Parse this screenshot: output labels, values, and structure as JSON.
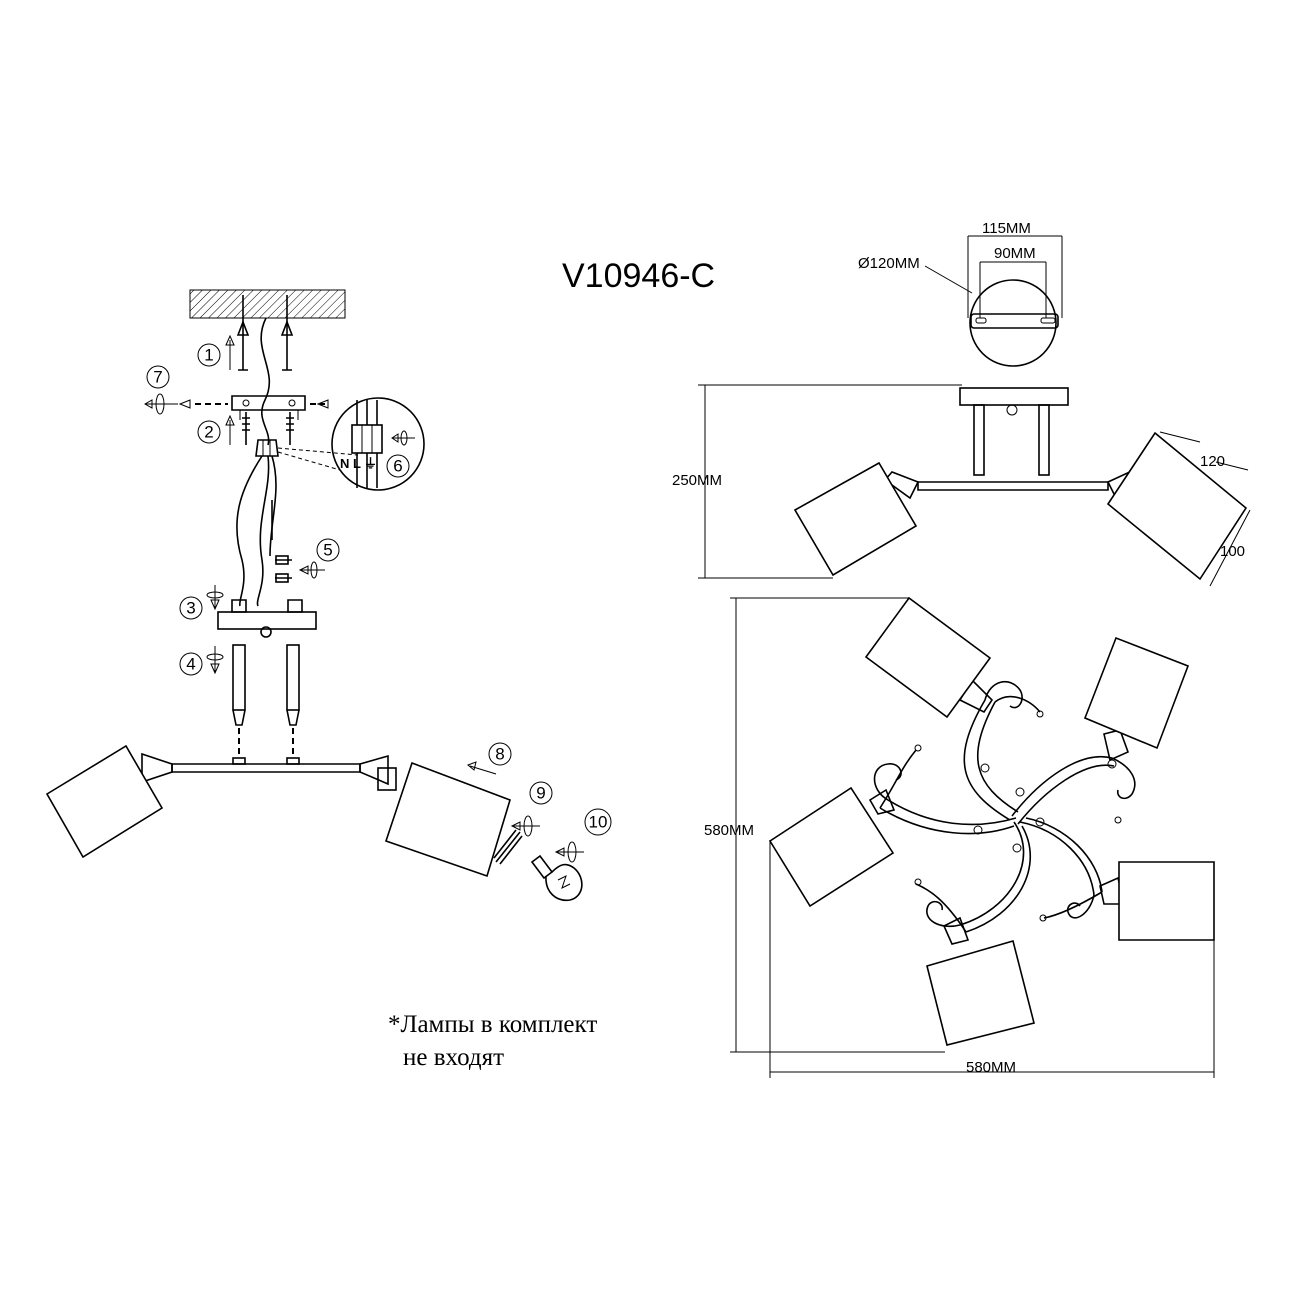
{
  "title": "V10946-C",
  "steps": [
    "1",
    "2",
    "3",
    "4",
    "5",
    "6",
    "7",
    "8",
    "9",
    "10"
  ],
  "wiring": {
    "n": "N",
    "l": "L",
    "earth": "⏚"
  },
  "dimensions": {
    "canopy_outer": "115MM",
    "canopy_inner": "90MM",
    "canopy_diameter": "Ø120MM",
    "height": "250MM",
    "shade_width": "120",
    "shade_height": "100",
    "plan_height": "580MM",
    "plan_width": "580MM"
  },
  "note": {
    "line1": "*Лампы в комплект",
    "line2": "не входят"
  }
}
